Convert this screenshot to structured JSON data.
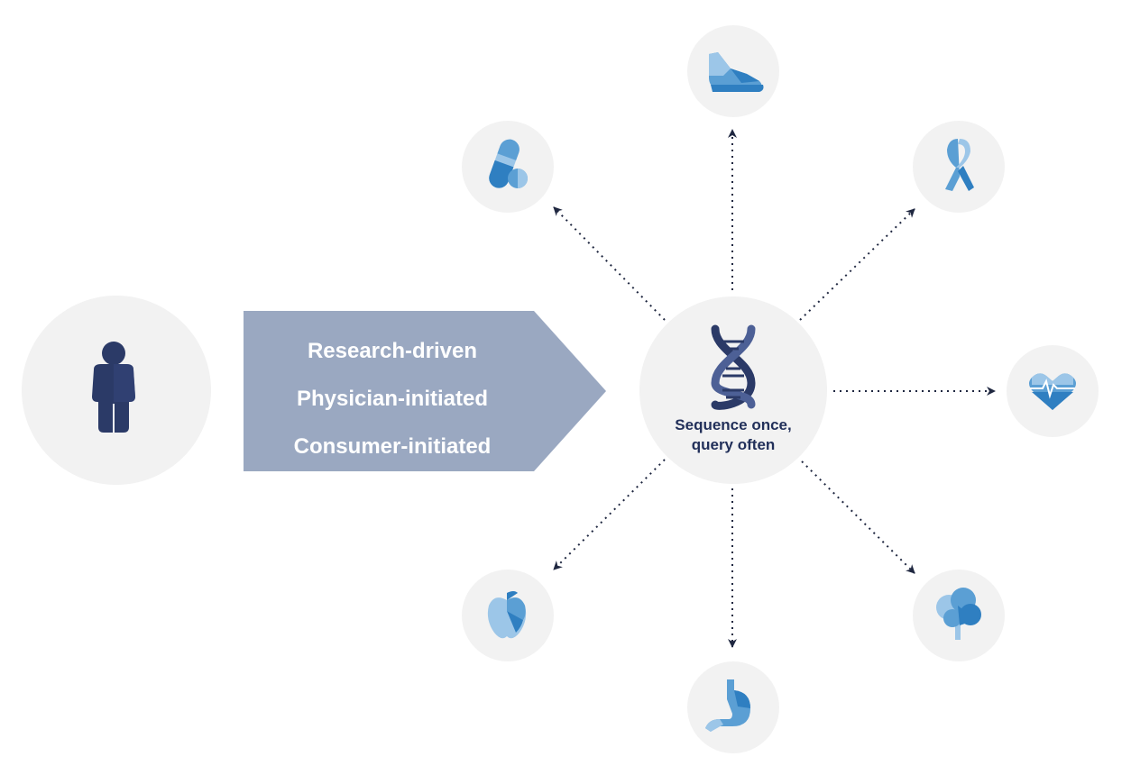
{
  "banner": {
    "lines": [
      "Research-driven",
      "Physician-initiated",
      "Consumer-initiated"
    ],
    "color": "#9aa8c1"
  },
  "center": {
    "label_line1": "Sequence once,",
    "label_line2": "query often"
  },
  "colors": {
    "circle_bg": "#f2f2f2",
    "navy": "#2b3a67",
    "blue_dark": "#2f7fc1",
    "blue_mid": "#5b9fd4",
    "blue_light": "#9cc6e8",
    "arrow": "#1f2740"
  },
  "icons": {
    "person": "person-icon",
    "dna": "dna-icon",
    "outputs": [
      "pill-icon",
      "sneaker-icon",
      "ribbon-icon",
      "heart-icon",
      "tree-icon",
      "stomach-icon",
      "apple-icon"
    ]
  }
}
